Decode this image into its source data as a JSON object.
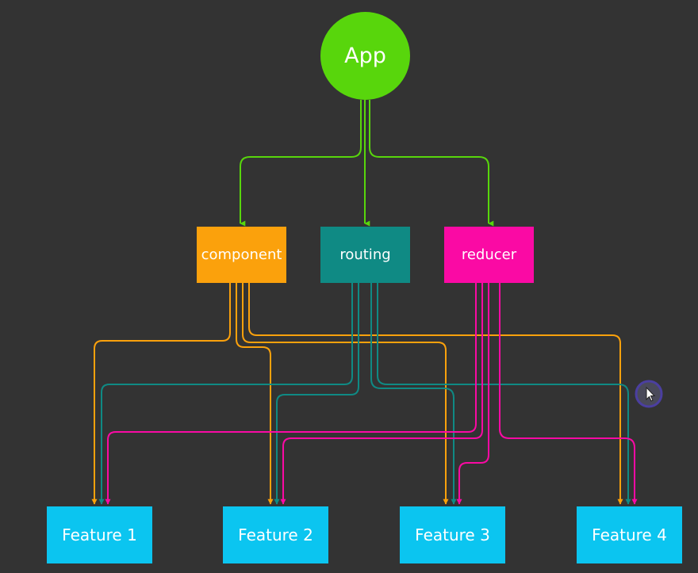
{
  "colors": {
    "background": "#333333",
    "app": "#58d60c",
    "component": "#fba10c",
    "routing": "#0f8a84",
    "reducer": "#fa0aa4",
    "feature": "#0bc5f0"
  },
  "nodes": {
    "app": "App",
    "component": "component",
    "routing": "routing",
    "reducer": "reducer",
    "features": [
      "Feature 1",
      "Feature 2",
      "Feature 3",
      "Feature 4"
    ]
  },
  "edges": [
    {
      "from": "app",
      "to": "component"
    },
    {
      "from": "app",
      "to": "routing"
    },
    {
      "from": "app",
      "to": "reducer"
    },
    {
      "from": "component",
      "to": "Feature 1"
    },
    {
      "from": "component",
      "to": "Feature 2"
    },
    {
      "from": "component",
      "to": "Feature 3"
    },
    {
      "from": "component",
      "to": "Feature 4"
    },
    {
      "from": "routing",
      "to": "Feature 1"
    },
    {
      "from": "routing",
      "to": "Feature 2"
    },
    {
      "from": "routing",
      "to": "Feature 3"
    },
    {
      "from": "routing",
      "to": "Feature 4"
    },
    {
      "from": "reducer",
      "to": "Feature 1"
    },
    {
      "from": "reducer",
      "to": "Feature 2"
    },
    {
      "from": "reducer",
      "to": "Feature 3"
    },
    {
      "from": "reducer",
      "to": "Feature 4"
    }
  ],
  "cursor": "pointer-cursor-icon"
}
